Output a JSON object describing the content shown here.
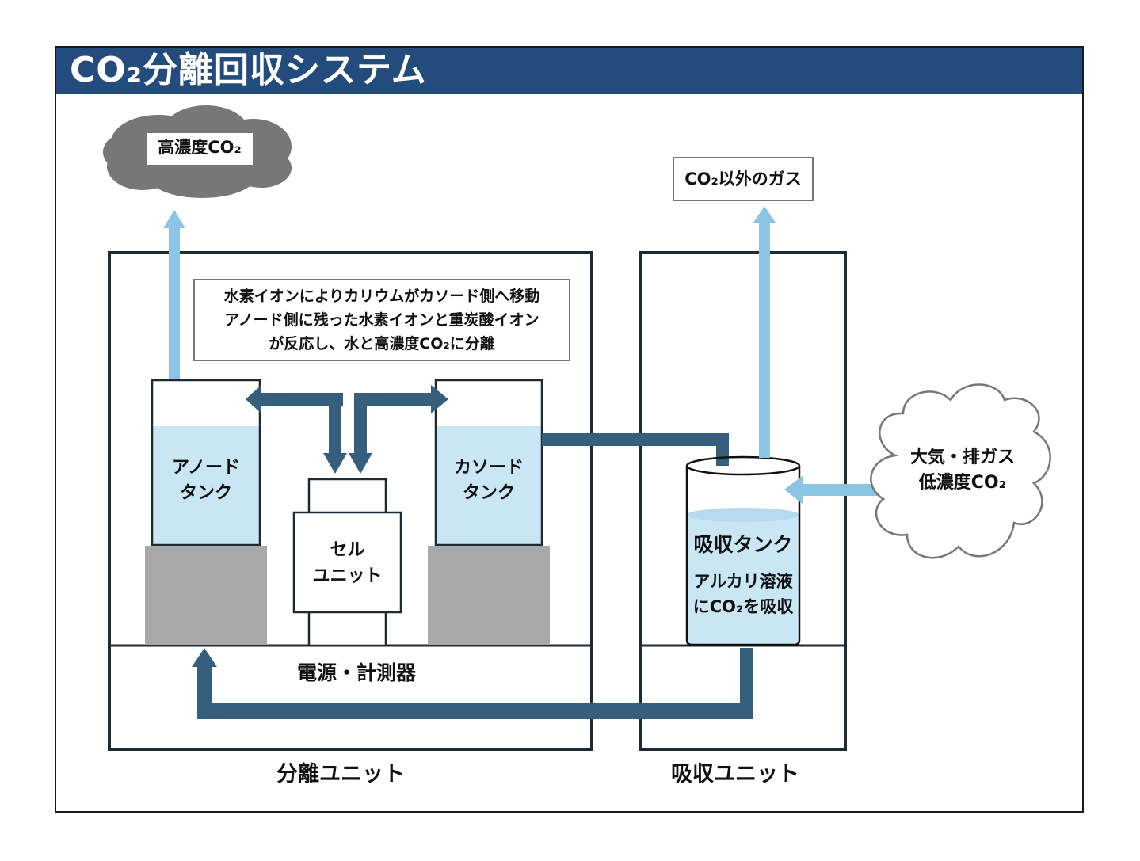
{
  "title": "CO₂分離回収システム",
  "colors": {
    "title_bg": "#234c7c",
    "dark_arrow": "#365f7e",
    "light_arrow": "#8cc5e3",
    "liquid": "#c8e6f4",
    "base_gray": "#a9a8a9",
    "cloud_dark": "#777777",
    "outline": "#1e2a34"
  },
  "clouds": {
    "high_co2": "高濃度CO₂",
    "atmosphere_line1": "大気・排ガス",
    "atmosphere_line2": "低濃度CO₂"
  },
  "other_gas_label": "CO₂以外のガス",
  "explanation": {
    "line1": "水素イオンによりカリウムがカソード側へ移動",
    "line2": "アノード側に残った水素イオンと重炭酸イオン",
    "line3": "が反応し、水と高濃度CO₂に分離"
  },
  "tanks": {
    "anode_line1": "アノード",
    "anode_line2": "タンク",
    "cathode_line1": "カソード",
    "cathode_line2": "タンク",
    "cell_line1": "セル",
    "cell_line2": "ユニット",
    "absorption_title": "吸収タンク",
    "absorption_line1": "アルカリ溶液",
    "absorption_line2": "にCO₂を吸収"
  },
  "power_label": "電源・計測器",
  "units": {
    "separation": "分離ユニット",
    "absorption": "吸収ユニット"
  }
}
